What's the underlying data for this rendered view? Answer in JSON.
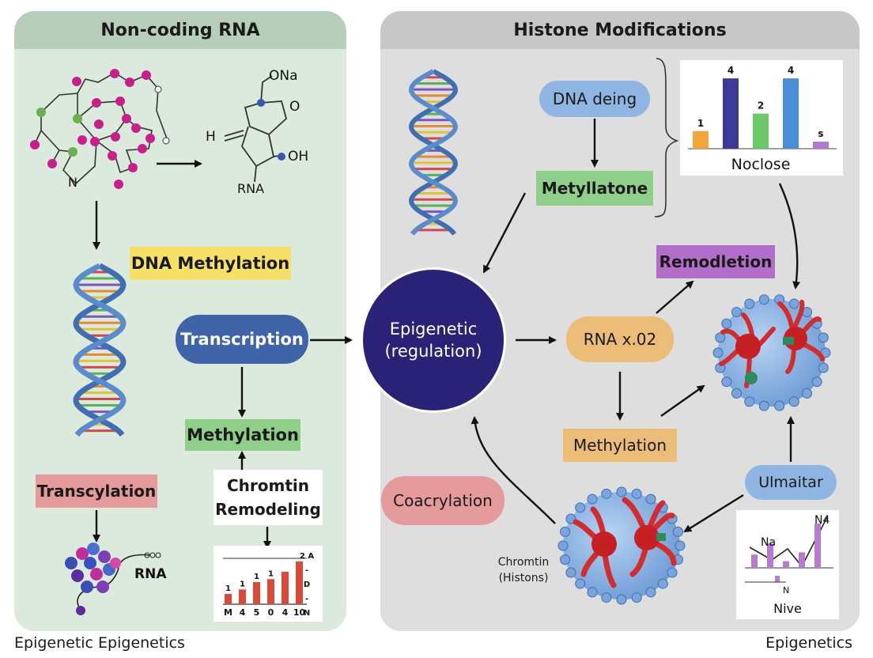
{
  "panels": {
    "left_title": "Non-coding RNA",
    "right_title": "Histone Modifications"
  },
  "molecule": {
    "n_label": "N",
    "ona_label": "ONa",
    "o_label": "O",
    "h_label": "H",
    "oh_label": "OH",
    "rna_label": "RNA"
  },
  "left": {
    "dna_methylation": "DNA Methylation",
    "transcription": "Transcription",
    "methylation": "Methylation",
    "chromatin_remodeling_1": "Chromtin",
    "chromatin_remodeling_2": "Remodeling",
    "transcylation": "Transcylation",
    "protein_rna_label": "RNA"
  },
  "center": {
    "line1": "Epigenetic",
    "line2": "(regulation)"
  },
  "right": {
    "dna_deing": "DNA deing",
    "metyllatone": "Metyllatone",
    "remodletion": "Remodletion",
    "rna_x02": "RNA x.02",
    "methylation": "Methylation",
    "coacrylation": "Coacrylation",
    "ulmaitar": "Ulmaitar",
    "chromatin_1": "Chromtin",
    "chromatin_2": "(Histons)"
  },
  "footer": {
    "left": "Epigenetic Epigenetics",
    "right": "Epigenetics"
  },
  "colors": {
    "yellow_box": "#f7e067",
    "blue_pill": "#3f64a8",
    "green_box": "#8fcf8a",
    "pink_box": "#e59a9c",
    "navy_circle": "#2a2277",
    "orange_pill": "#ebbd79",
    "purple_box": "#b26ec9",
    "lightblue_pill": "#8fb6e3"
  },
  "chart_data": [
    {
      "type": "bar",
      "title": "",
      "xlabel": "Noclose",
      "categories": [
        "1",
        "4",
        "2",
        "4",
        "s"
      ],
      "values": [
        1,
        4,
        2,
        4,
        0.4
      ],
      "data_labels": [
        "1",
        "4",
        "2",
        "4",
        "s"
      ],
      "colors": [
        "#f0a63a",
        "#3b3a95",
        "#6cc66a",
        "#4a8fd6",
        "#b27bd0"
      ],
      "ylim": [
        0,
        4.5
      ]
    },
    {
      "type": "bar",
      "title": "",
      "categories": [
        "M",
        "4",
        "5",
        "0",
        "4",
        "10"
      ],
      "values": [
        0.7,
        1.0,
        1.5,
        1.7,
        2.2,
        2.9
      ],
      "data_labels": [
        "1",
        "1",
        "1",
        "1",
        "",
        ""
      ],
      "right_labels": [
        "2 A",
        "-",
        "D",
        "-",
        "N"
      ],
      "colors": [
        "#d84a3c"
      ],
      "ylim": [
        0,
        3
      ]
    },
    {
      "type": "bar",
      "title": "",
      "xlabel": "Nive",
      "labels": [
        "Na",
        "N4",
        "N"
      ],
      "values": [
        0.3,
        0.55,
        0.15,
        0.35,
        1.0
      ],
      "colors": [
        "#b57bd0"
      ]
    }
  ]
}
